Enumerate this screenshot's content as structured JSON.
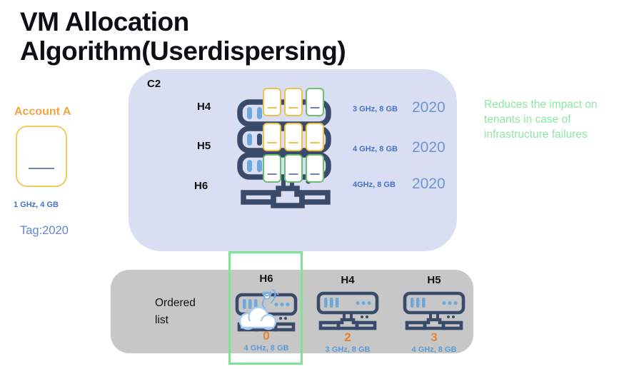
{
  "title": "VM Allocation Algorithm(Userdispersing)",
  "account": {
    "label": "Account A",
    "spec": "1 GHz, 4 GB",
    "tag": "Tag:2020"
  },
  "cluster": {
    "label": "C2",
    "hosts": [
      {
        "name": "H4",
        "spec": "3 GHz, 8 GB",
        "tag": "2020",
        "vms": [
          "yellow",
          "yellow",
          "green"
        ]
      },
      {
        "name": "H5",
        "spec": "4 GHz, 8 GB",
        "tag": "2020",
        "vms": [
          "yellow",
          "yellow",
          "yellow"
        ]
      },
      {
        "name": "H6",
        "spec": "4GHz, 8 GB",
        "tag": "2020",
        "vms": [
          "green",
          "green",
          "green"
        ]
      }
    ]
  },
  "note": "Reduces the impact on tenants in case of infrastructure failures",
  "ordered_list": {
    "label": "Ordered list",
    "items": [
      {
        "name": "H6",
        "count": "0",
        "spec": "4 GHz, 8 GB",
        "highlighted": true,
        "icon": "server-with-chaos-monkey-cloud"
      },
      {
        "name": "H4",
        "count": "2",
        "spec": "3 GHz, 8 GB",
        "highlighted": false,
        "icon": "server"
      },
      {
        "name": "H5",
        "count": "3",
        "spec": "4 GHz, 8 GB",
        "highlighted": false,
        "icon": "server"
      }
    ]
  },
  "colors": {
    "title": "#0E0E14",
    "account_orange": "#F0A63F",
    "gold_border": "#F2CB5E",
    "spec_blue": "#4273C8",
    "tag_blue": "#5B87D6",
    "year_blue": "#6E96CE",
    "note_green": "#8CE8A4",
    "cluster_bg": "#D9DEF2",
    "panel_gray": "#C7C7C7",
    "highlight_green": "#7EE495",
    "count_orange": "#E8802F",
    "bottom_spec_blue": "#5B9BD5",
    "icon_navy": "#3A4A6B",
    "icon_blue": "#6FA8DC",
    "vm_yellow": "#EFC14B",
    "vm_green": "#6CBF72",
    "vm_dash_blue": "#6E85B7",
    "cloud_blue": "#A9CBEF",
    "monkey_blue": "#7FB2E4"
  }
}
